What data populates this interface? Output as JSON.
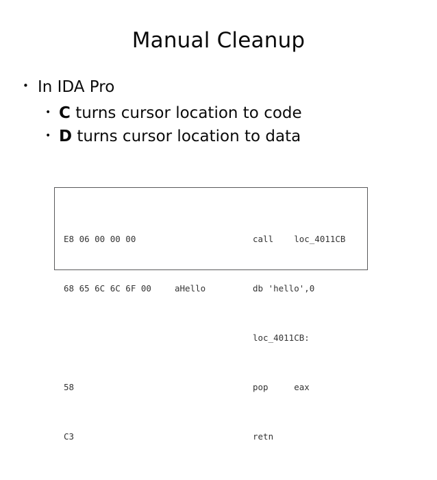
{
  "slide": {
    "title": "Manual Cleanup",
    "background_color": "#ffffff",
    "text_color": "#0a0a0a"
  },
  "bullets": [
    {
      "level": 1,
      "marker": "•",
      "text": "In IDA Pro",
      "key": "",
      "rest": "In IDA Pro"
    },
    {
      "level": 2,
      "marker": "•",
      "text": "C turns cursor location to code",
      "key": "C",
      "rest": " turns cursor location to code"
    },
    {
      "level": 2,
      "marker": "•",
      "text": "D turns cursor location to data",
      "key": "D",
      "rest": " turns cursor location to data"
    }
  ],
  "code_box": {
    "border_color": "#58585a",
    "text_color": "#333333",
    "rows": [
      {
        "bytes": "E8 06 00 00 00",
        "label": "",
        "asm": "call    loc_4011CB"
      },
      {
        "bytes": "68 65 6C 6C 6F 00",
        "label": "aHello",
        "asm": "db 'hello',0"
      },
      {
        "bytes": "",
        "label": "",
        "asm": "loc_4011CB:"
      },
      {
        "bytes": "58",
        "label": "",
        "asm": "pop     eax"
      },
      {
        "bytes": "C3",
        "label": "",
        "asm": "retn"
      }
    ]
  }
}
